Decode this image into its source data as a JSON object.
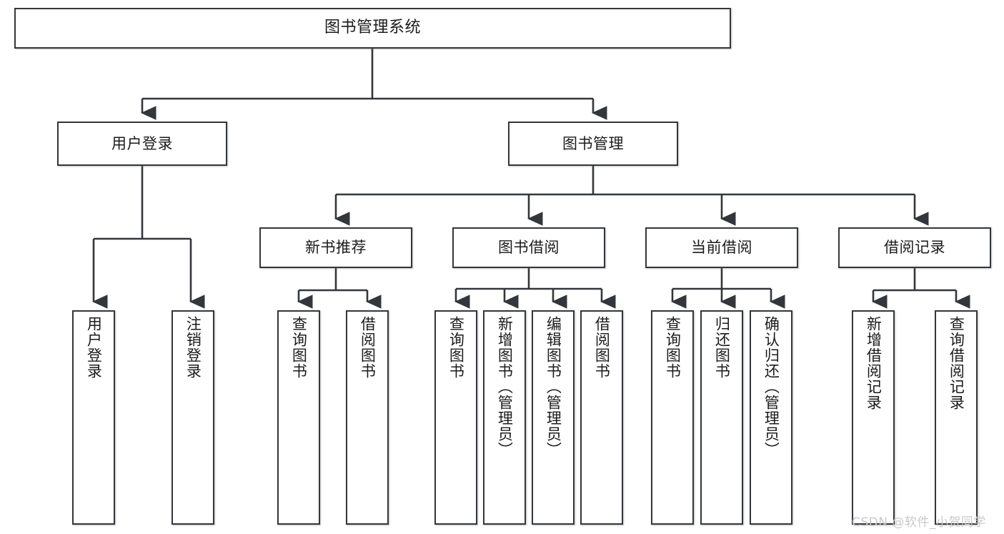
{
  "diagram": {
    "title": "图书管理系统",
    "type": "tree-hierarchy",
    "root": {
      "label": "图书管理系统"
    },
    "level2": [
      {
        "label": "用户登录"
      },
      {
        "label": "图书管理"
      }
    ],
    "level3": [
      {
        "label": "新书推荐"
      },
      {
        "label": "图书借阅"
      },
      {
        "label": "当前借阅"
      },
      {
        "label": "借阅记录"
      }
    ],
    "leaves": {
      "user_login": [
        {
          "label": "用户登录"
        },
        {
          "label": "注销登录"
        }
      ],
      "new_book_recommend": [
        {
          "label": "查询图书"
        },
        {
          "label": "借阅图书"
        }
      ],
      "book_borrow": [
        {
          "label": "查询图书"
        },
        {
          "label": "新增图书（管理员）"
        },
        {
          "label": "编辑图书（管理员）"
        },
        {
          "label": "借阅图书"
        }
      ],
      "current_borrow": [
        {
          "label": "查询图书"
        },
        {
          "label": "归还图书"
        },
        {
          "label": "确认归还（管理员）"
        }
      ],
      "borrow_record": [
        {
          "label": "新增借阅记录"
        },
        {
          "label": "查询借阅记录"
        }
      ]
    }
  },
  "watermark": {
    "text": "CSDN @软件_小贺同学"
  },
  "colors": {
    "border": "#33373b",
    "text": "#1b1b1b",
    "background": "#ffffff",
    "watermark": "#c9c9c9"
  }
}
